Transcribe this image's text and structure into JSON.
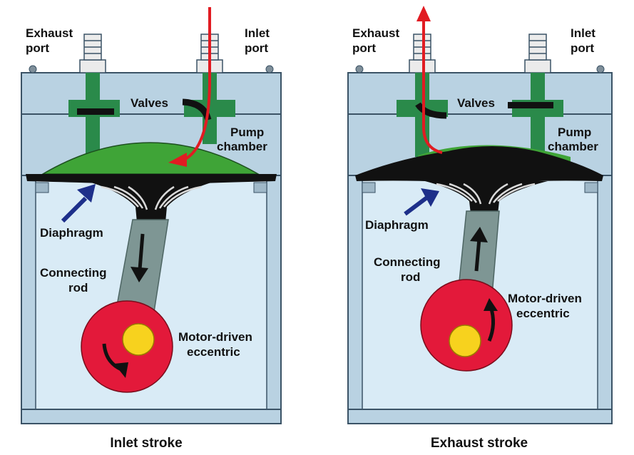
{
  "colors": {
    "housing_fill": "#b9d2e2",
    "housing_stroke": "#3b5366",
    "chamber_inner": "#d9ebf6",
    "valve_green": "#2a8a4a",
    "pump_green": "#3fa437",
    "diaphragm_black": "#111111",
    "rod_gray": "#7e9694",
    "eccentric_red": "#e3193a",
    "eccentric_center": "#f7d21e",
    "flow_red": "#e11b22",
    "pointer_blue": "#1d2f8a"
  },
  "panels": [
    {
      "exhaust_port": [
        "Exhaust",
        "port"
      ],
      "inlet_port": [
        "Inlet",
        "port"
      ],
      "valves": "Valves",
      "pump_chamber": [
        "Pump",
        "chamber"
      ],
      "diaphragm": "Diaphragm",
      "connecting_rod": [
        "Connecting",
        "rod"
      ],
      "eccentric": [
        "Motor-driven",
        "eccentric"
      ],
      "caption": "Inlet stroke"
    },
    {
      "exhaust_port": [
        "Exhaust",
        "port"
      ],
      "inlet_port": [
        "Inlet",
        "port"
      ],
      "valves": "Valves",
      "pump_chamber": [
        "Pump",
        "chamber"
      ],
      "diaphragm": "Diaphragm",
      "connecting_rod": [
        "Connecting",
        "rod"
      ],
      "eccentric": [
        "Motor-driven",
        "eccentric"
      ],
      "caption": "Exhaust stroke"
    }
  ]
}
